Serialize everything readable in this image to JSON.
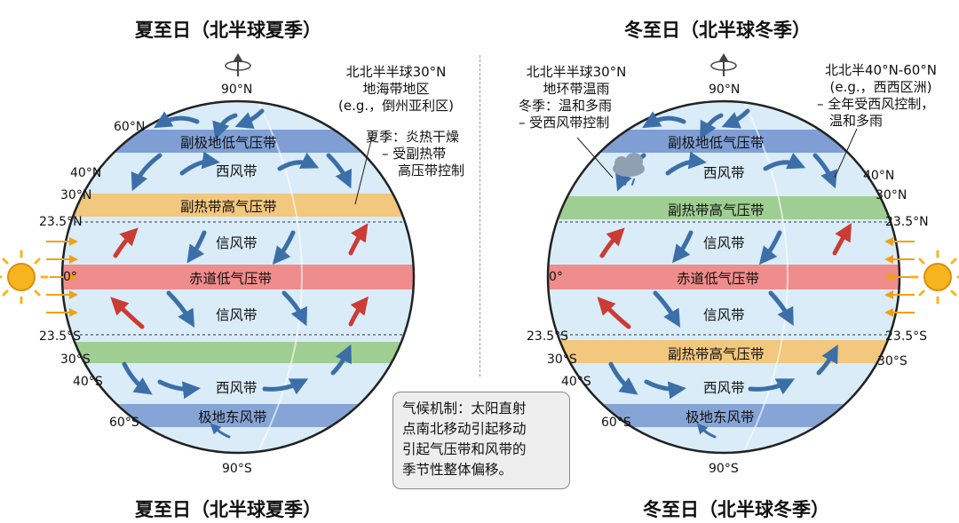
{
  "panels": {
    "summer": {
      "title_top": "夏至日（北半球夏季）",
      "title_bottom": "夏至日（北半球夏季）",
      "pole_north": "90°N",
      "pole_south": "90°S",
      "lat_labels": [
        "60°N",
        "40°N",
        "30°N",
        "23.5°N",
        "0°",
        "23.5°S",
        "30°S",
        "40°S",
        "60°S"
      ],
      "bands": {
        "subpolar_low": "副极地低气压带",
        "westerlies_n": "西风带",
        "subtropical_high_n": "副热带高气压带",
        "trades_n": "信风带",
        "equatorial_low": "赤道低气压带",
        "trades_s": "信风带",
        "westerlies_s": "西风带",
        "polar_easterlies": "极地东风带"
      },
      "annotation": {
        "lines": [
          "北北半半球30°N",
          "地海带地区",
          "(e.g.，倒州亚利区)"
        ],
        "season_lines": [
          "夏季：炎热干燥",
          "– 受副热带",
          "高压带控制"
        ]
      }
    },
    "winter": {
      "title_top": "冬至日（北半球冬季）",
      "title_bottom": "冬至日（北半球冬季）",
      "pole_north": "90°N",
      "pole_south": "90°S",
      "lat_labels": [
        "0°",
        "23.5°S",
        "30°S",
        "40°S",
        "60°S",
        "40°N",
        "30°N",
        "23.5°N"
      ],
      "bands": {
        "subpolar_low": "副极地低气压带",
        "westerlies_n": "西风带",
        "subtropical_high_n": "副热带高气压带",
        "trades_n": "信风带",
        "equatorial_low": "赤道低气压带",
        "trades_s": "信风带",
        "subtropical_high_s": "副热带高气压带",
        "westerlies_s": "西风带",
        "polar_easterlies": "极地东风带"
      },
      "annotation_left": {
        "lines": [
          "北北半半球30°N",
          "地环带温雨"
        ],
        "season_lines": [
          "冬季：温和多雨",
          "– 受西风带控制"
        ]
      },
      "annotation_right": {
        "lines": [
          "北北半40°N-60°N",
          "(e.g.，西西区洲)",
          "– 全年受西风控制，",
          "温和多雨"
        ]
      }
    }
  },
  "caption": [
    "气候机制：太阳直射",
    "点南北移动引起移动",
    "引起气压带和风带的",
    "季节性整体偏移。"
  ],
  "colors": {
    "globe": "#d9ecf8",
    "shadow": "#b3c0cc",
    "subpolar_low": "#7f9fd4",
    "subtropical_high": "#f2c77e",
    "equatorial_low": "#ef8c8c",
    "green_belt": "#9fce92",
    "polar": "#86a5d6",
    "arrow_blue": "#3c6fa8",
    "arrow_red": "#cc3b34",
    "sun": "#f6b51e"
  },
  "icons": [
    "sun-icon",
    "rotation-icon",
    "rain-cloud-icon"
  ]
}
